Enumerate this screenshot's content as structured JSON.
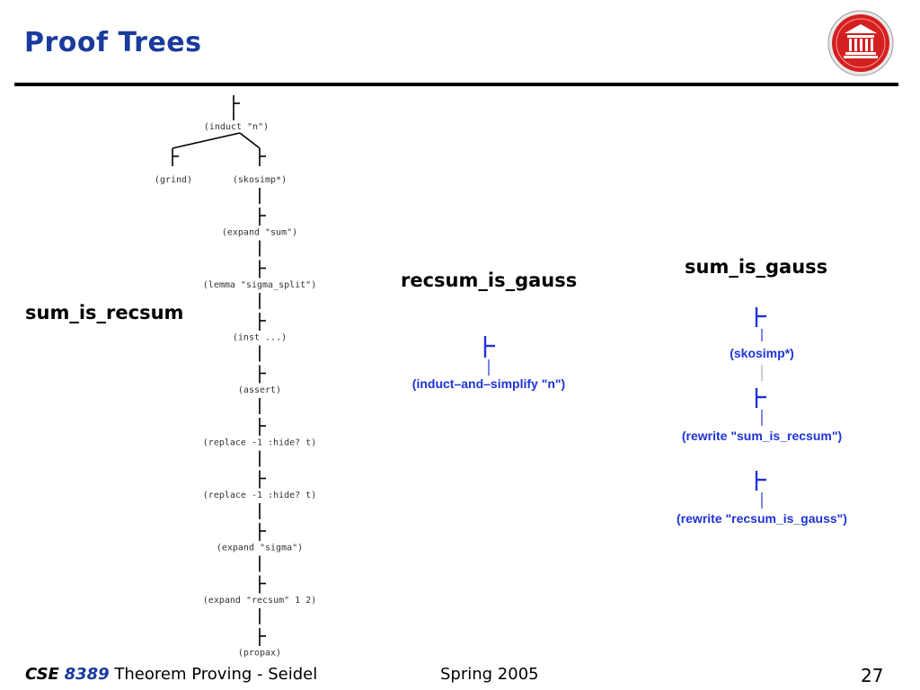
{
  "slide": {
    "title": "Proof Trees",
    "page_number": "27"
  },
  "labels": {
    "left": "sum_is_recsum",
    "middle": "recsum_is_gauss",
    "right": "sum_is_gauss"
  },
  "tree_left": {
    "root": "(induct \"n\")",
    "branch_left": "(grind)",
    "steps": [
      "(skosimp*)",
      "(expand \"sum\")",
      "(lemma \"sigma_split\")",
      "(inst ...)",
      "(assert)",
      "(replace -1 :hide? t)",
      "(replace -1 :hide? t)",
      "(expand \"sigma\")",
      "(expand \"recsum\" 1 2)",
      "(propax)"
    ]
  },
  "tree_middle": {
    "steps": [
      "(induct–and–simplify \"n\")"
    ]
  },
  "tree_right": {
    "steps": [
      "(skosimp*)",
      "(rewrite \"sum_is_recsum\")",
      "(rewrite \"recsum_is_gauss\")"
    ]
  },
  "footer": {
    "course_prefix": "CSE",
    "course_number": "8389",
    "course_title": "Theorem Proving - Seidel",
    "term": "Spring 2005"
  },
  "colors": {
    "title": "#1a3a9c",
    "tree_blue": "#1f33d6",
    "logo_red": "#d42020"
  }
}
